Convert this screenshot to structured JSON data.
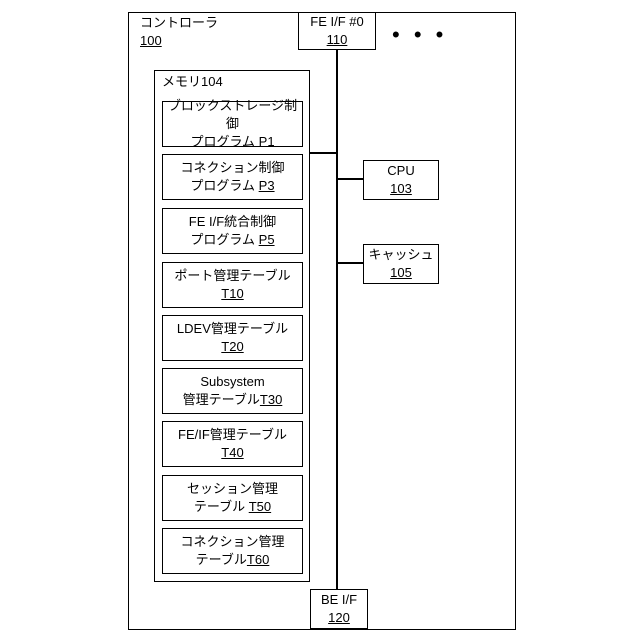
{
  "controller": {
    "label": "コントローラ",
    "ref": "100"
  },
  "fe_if": {
    "label": "FE I/F #0",
    "ref": "110"
  },
  "ellipsis": "• • •",
  "memory": {
    "label": "メモリ104"
  },
  "items": [
    {
      "line1": "ブロックストレージ制御",
      "line2_text": "プログラム P1",
      "line2_ref": ""
    },
    {
      "line1": "コネクション制御",
      "line2_text": "プログラム ",
      "line2_ref": "P3"
    },
    {
      "line1": "FE I/F統合制御",
      "line2_text": "プログラム ",
      "line2_ref": "P5"
    },
    {
      "line1": "ポート管理テーブル",
      "line2_text": "",
      "line2_ref": "T10"
    },
    {
      "line1": "LDEV管理テーブル",
      "line2_text": "",
      "line2_ref": "T20"
    },
    {
      "line1": "Subsystem",
      "line2_text": "管理テーブル",
      "line2_ref": "T30"
    },
    {
      "line1": "FE/IF管理テーブル",
      "line2_text": "",
      "line2_ref": "T40"
    },
    {
      "line1": "セッション管理",
      "line2_text": "テーブル ",
      "line2_ref": "T50"
    },
    {
      "line1": "コネクション管理",
      "line2_text": "テーブル",
      "line2_ref": "T60"
    }
  ],
  "cpu": {
    "label": "CPU",
    "ref": "103"
  },
  "cache": {
    "label": "キャッシュ",
    "ref": "105"
  },
  "be_if": {
    "label": "BE I/F",
    "ref": "120"
  }
}
